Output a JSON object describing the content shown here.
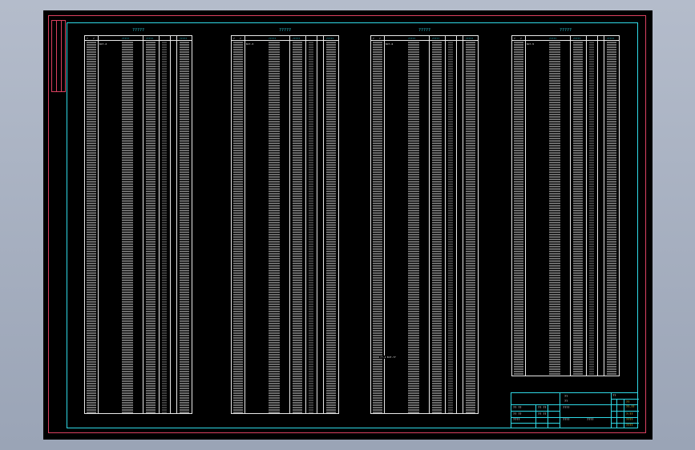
{
  "drawing": {
    "table_titles": [
      "?????",
      "?????",
      "?????",
      "?????"
    ],
    "tables": [
      {
        "header_cells": [
          "?",
          "?",
          "?????",
          "?????",
          "?????"
        ],
        "first_row_label": "KJ?-2"
      },
      {
        "header_cells": [
          "?",
          "?",
          "?????",
          "?????",
          "?????"
        ],
        "first_row_label": "KJ?-3"
      },
      {
        "header_cells": [
          "?",
          "?",
          "?????",
          "?????",
          "?????"
        ],
        "first_row_label": "KJ?-4"
      },
      {
        "header_cells": [
          "?",
          "?",
          "?????",
          "?????",
          "?????"
        ],
        "first_row_label": "KJ?-5"
      }
    ],
    "table3_note": "??-1 KJ?-??"
  },
  "title_block": {
    "cells": [
      "??",
      "??",
      "??",
      "?? ??",
      "?? ??",
      "????",
      "????",
      "?? ??",
      "?? ??",
      "????",
      "????"
    ],
    "yellow_cells": [
      "??",
      "??-??",
      "?:??",
      "????",
      "????"
    ]
  },
  "colors": {
    "frame": "#d9405f",
    "border": "#2fd9e6",
    "titles": "#2fd9e6",
    "values": "#f5e04a",
    "lines": "#e8e8e8"
  }
}
